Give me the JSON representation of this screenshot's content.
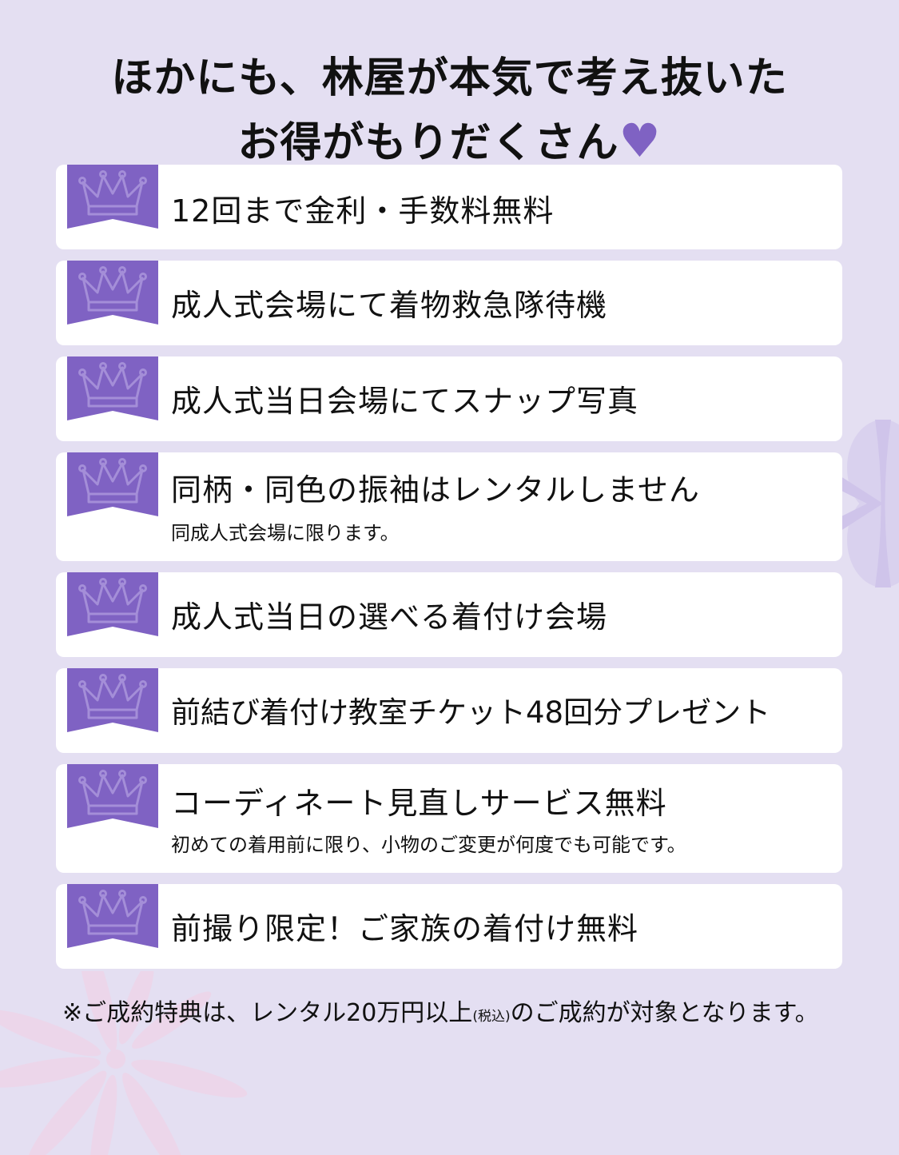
{
  "headline": {
    "line1": "ほかにも、林屋が本気で考え抜いた",
    "line2": "お得がもりだくさん",
    "heart": "♥"
  },
  "colors": {
    "background": "#e4dff2",
    "accent": "#7f62c3",
    "crown": "#a48ed8",
    "card": "#ffffff"
  },
  "benefits": [
    {
      "icon": "crown-icon",
      "title": "12回まで金利・手数料無料"
    },
    {
      "icon": "crown-icon",
      "title": "成人式会場にて着物救急隊待機"
    },
    {
      "icon": "crown-icon",
      "title": "成人式当日会場にてスナップ写真"
    },
    {
      "icon": "crown-icon",
      "title": "同柄・同色の振袖はレンタルしません",
      "note": "同成人式会場に限ります。"
    },
    {
      "icon": "crown-icon",
      "title": "成人式当日の選べる着付け会場"
    },
    {
      "icon": "crown-icon",
      "title": "前結び着付け教室チケット48回分プレゼント"
    },
    {
      "icon": "crown-icon",
      "title": "コーディネート見直しサービス無料",
      "note": "初めての着用前に限り、小物のご変更が何度でも可能です。"
    },
    {
      "icon": "crown-icon",
      "title": "前撮り限定！ご家族の着付け無料"
    }
  ],
  "footnote": {
    "before": "※ご成約特典は、レンタル20万円以上",
    "small": "(税込)",
    "after": "のご成約が対象となります。"
  }
}
